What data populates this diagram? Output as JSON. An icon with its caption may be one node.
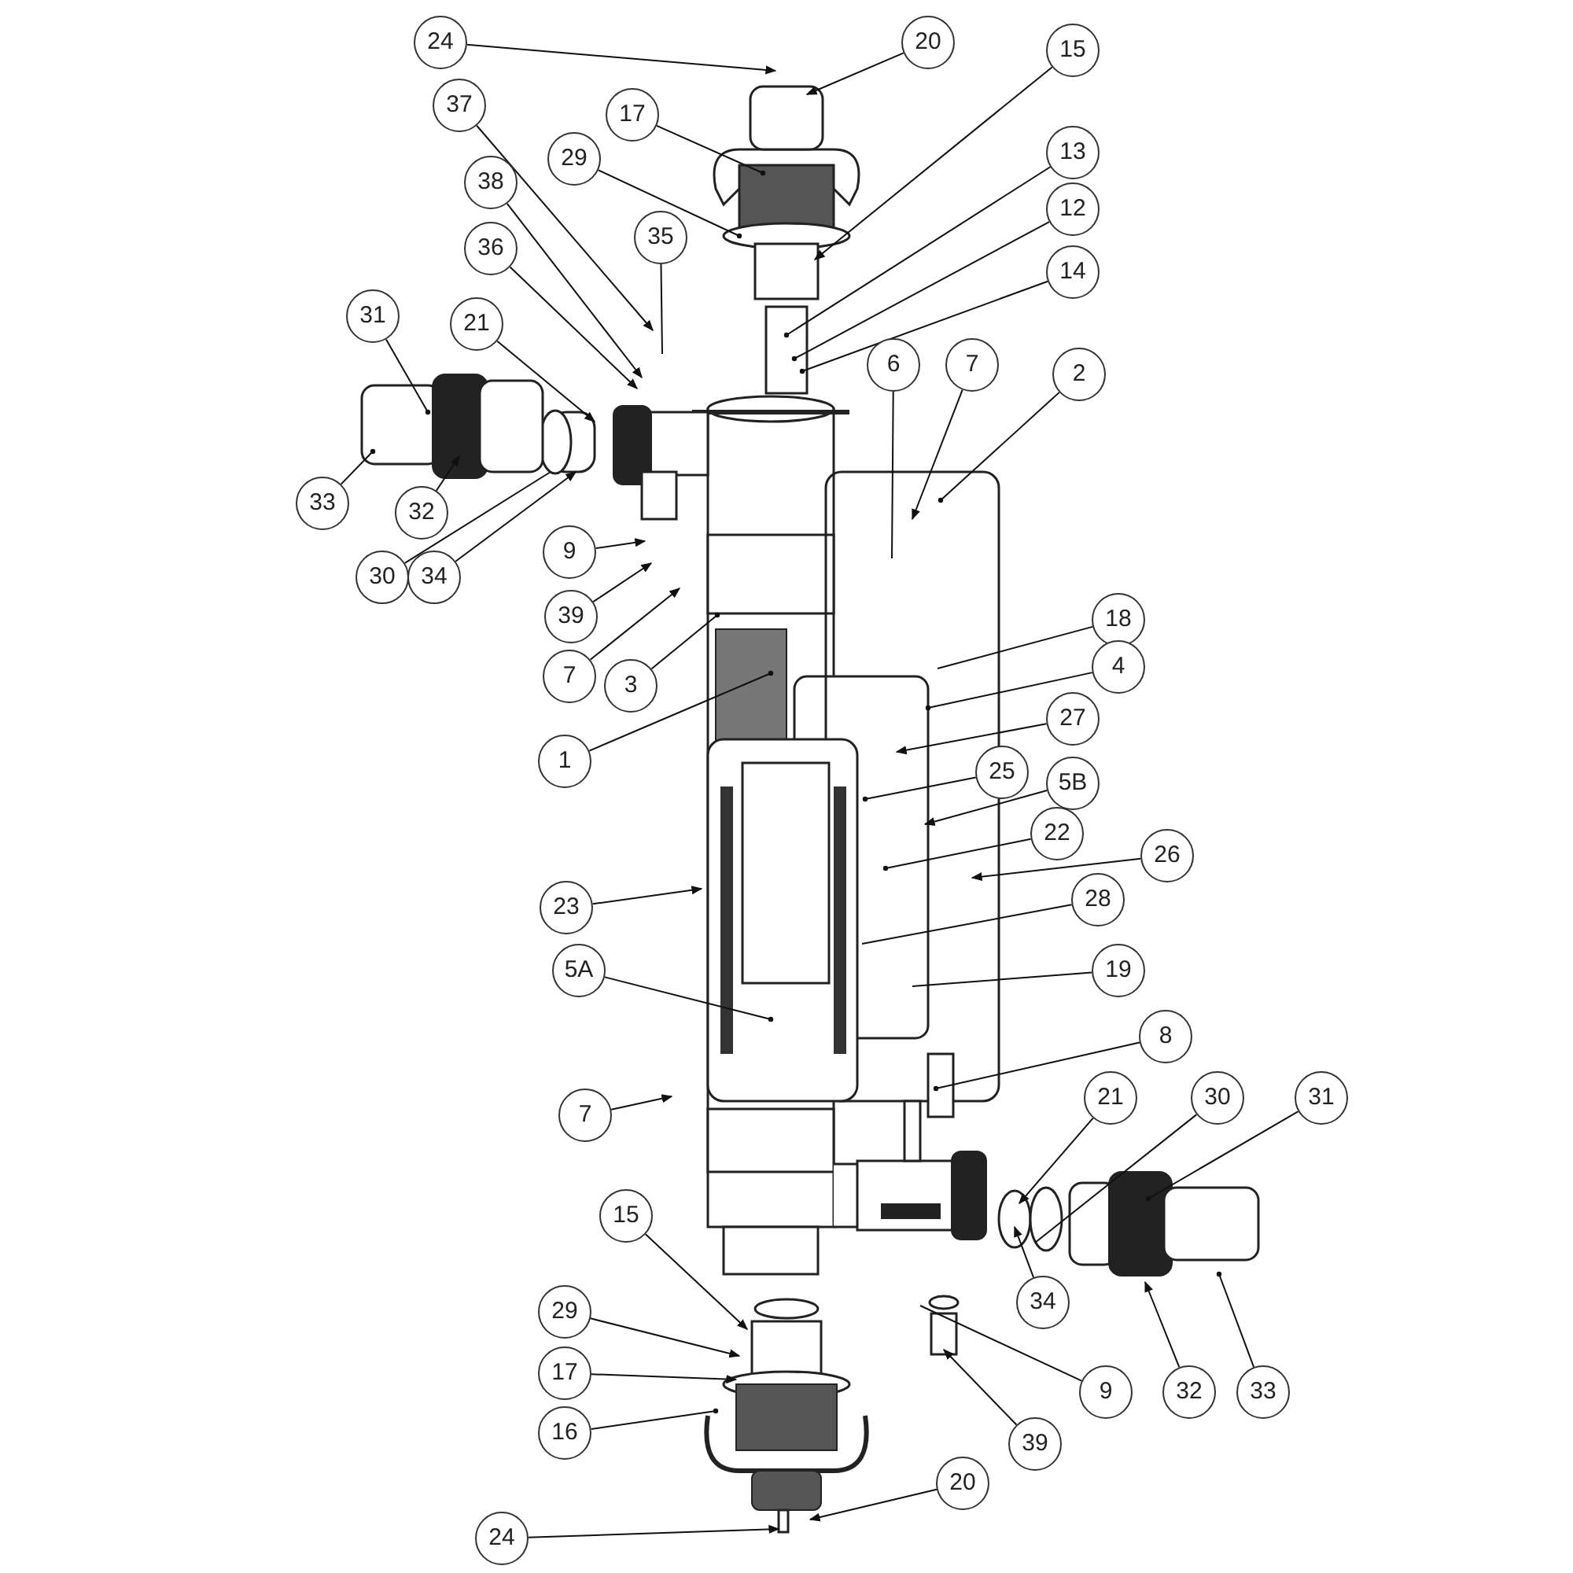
{
  "diagram": {
    "nodes": [
      {
        "text": [
          "24"
        ]
      },
      {
        "text": [
          "20"
        ]
      },
      {
        "text": [
          "15"
        ]
      },
      {
        "text": [
          "37"
        ]
      },
      {
        "text": [
          "17"
        ]
      },
      {
        "text": [
          "29"
        ]
      },
      {
        "text": [
          "13"
        ]
      },
      {
        "text": [
          "38"
        ]
      },
      {
        "text": [
          "12"
        ]
      },
      {
        "text": [
          "35"
        ]
      },
      {
        "text": [
          "36"
        ]
      },
      {
        "text": [
          "14"
        ]
      },
      {
        "text": [
          "31"
        ]
      },
      {
        "text": [
          "21"
        ]
      },
      {
        "text": [
          "6"
        ]
      },
      {
        "text": [
          "7"
        ]
      },
      {
        "text": [
          "2"
        ]
      },
      {
        "text": [
          "33"
        ]
      },
      {
        "text": [
          "32"
        ]
      },
      {
        "text": [
          "9"
        ]
      },
      {
        "text": [
          "30"
        ]
      },
      {
        "text": [
          "34"
        ]
      },
      {
        "text": [
          "39"
        ]
      },
      {
        "text": [
          "18"
        ]
      },
      {
        "text": [
          "7"
        ]
      },
      {
        "text": [
          "3"
        ]
      },
      {
        "text": [
          "4"
        ]
      },
      {
        "text": [
          "27"
        ]
      },
      {
        "text": [
          "1"
        ]
      },
      {
        "text": [
          "25"
        ]
      },
      {
        "text": [
          "5B"
        ]
      },
      {
        "text": [
          "22"
        ]
      },
      {
        "text": [
          "26"
        ]
      },
      {
        "text": [
          "23"
        ]
      },
      {
        "text": [
          "28"
        ]
      },
      {
        "text": [
          "5A"
        ]
      },
      {
        "text": [
          "19"
        ]
      },
      {
        "text": [
          "8"
        ]
      },
      {
        "text": [
          "7"
        ]
      },
      {
        "text": [
          "21"
        ]
      },
      {
        "text": [
          "30"
        ]
      },
      {
        "text": [
          "31"
        ]
      },
      {
        "text": [
          "15"
        ]
      },
      {
        "text": [
          "34"
        ]
      },
      {
        "text": [
          "29"
        ]
      },
      {
        "text": [
          "17"
        ]
      },
      {
        "text": [
          "9"
        ]
      },
      {
        "text": [
          "32"
        ]
      },
      {
        "text": [
          "33"
        ]
      },
      {
        "text": [
          "16"
        ]
      },
      {
        "text": [
          "39"
        ]
      },
      {
        "text": [
          "20"
        ]
      },
      {
        "text": [
          "24"
        ]
      }
    ],
    "edges": [
      {
        "from": 0,
        "to": null,
        "arrow": "to"
      },
      {
        "from": 1,
        "to": null,
        "arrow": "to"
      },
      {
        "from": 2,
        "to": null,
        "arrow": "to"
      },
      {
        "from": 3,
        "to": null,
        "arrow": "to"
      },
      {
        "from": 4,
        "to": null,
        "arrow": "other"
      },
      {
        "from": 5,
        "to": null,
        "arrow": "other"
      },
      {
        "from": 6,
        "to": null,
        "arrow": "other"
      },
      {
        "from": 7,
        "to": null,
        "arrow": "to"
      },
      {
        "from": 8,
        "to": null,
        "arrow": "other"
      },
      {
        "from": 9,
        "to": null,
        "arrow": "none"
      },
      {
        "from": 10,
        "to": null,
        "arrow": "to"
      },
      {
        "from": 11,
        "to": null,
        "arrow": "other"
      },
      {
        "from": 12,
        "to": null,
        "arrow": "other"
      },
      {
        "from": 13,
        "to": null,
        "arrow": "to"
      },
      {
        "from": 14,
        "to": null,
        "arrow": "none"
      },
      {
        "from": 15,
        "to": null,
        "arrow": "to"
      },
      {
        "from": 16,
        "to": null,
        "arrow": "other"
      },
      {
        "from": 17,
        "to": null,
        "arrow": "other"
      },
      {
        "from": 18,
        "to": null,
        "arrow": "to"
      },
      {
        "from": 19,
        "to": null,
        "arrow": "to"
      },
      {
        "from": 20,
        "to": null,
        "arrow": "none"
      },
      {
        "from": 21,
        "to": null,
        "arrow": "to"
      },
      {
        "from": 22,
        "to": null,
        "arrow": "to"
      },
      {
        "from": 23,
        "to": null,
        "arrow": "none"
      },
      {
        "from": 24,
        "to": null,
        "arrow": "to"
      },
      {
        "from": 25,
        "to": null,
        "arrow": "other"
      },
      {
        "from": 26,
        "to": null,
        "arrow": "other"
      },
      {
        "from": 27,
        "to": null,
        "arrow": "to"
      },
      {
        "from": 28,
        "to": null,
        "arrow": "other"
      },
      {
        "from": 29,
        "to": null,
        "arrow": "other"
      },
      {
        "from": 30,
        "to": null,
        "arrow": "to"
      },
      {
        "from": 31,
        "to": null,
        "arrow": "other"
      },
      {
        "from": 32,
        "to": null,
        "arrow": "to"
      },
      {
        "from": 33,
        "to": null,
        "arrow": "to"
      },
      {
        "from": 34,
        "to": null,
        "arrow": "none"
      },
      {
        "from": 35,
        "to": null,
        "arrow": "other"
      },
      {
        "from": 36,
        "to": null,
        "arrow": "none"
      },
      {
        "from": 37,
        "to": null,
        "arrow": "other"
      },
      {
        "from": 38,
        "to": null,
        "arrow": "to"
      },
      {
        "from": 39,
        "to": null,
        "arrow": "to"
      },
      {
        "from": 40,
        "to": null,
        "arrow": "none"
      },
      {
        "from": 41,
        "to": null,
        "arrow": "other"
      },
      {
        "from": 42,
        "to": null,
        "arrow": "to"
      },
      {
        "from": 43,
        "to": null,
        "arrow": "to"
      },
      {
        "from": 44,
        "to": null,
        "arrow": "to"
      },
      {
        "from": 45,
        "to": null,
        "arrow": "to"
      },
      {
        "from": 46,
        "to": null,
        "arrow": "none"
      },
      {
        "from": 47,
        "to": null,
        "arrow": "to"
      },
      {
        "from": 48,
        "to": null,
        "arrow": "other"
      },
      {
        "from": 49,
        "to": null,
        "arrow": "other"
      },
      {
        "from": 50,
        "to": null,
        "arrow": "to"
      },
      {
        "from": 51,
        "to": null,
        "arrow": "to"
      },
      {
        "from": 52,
        "to": null,
        "arrow": "to"
      }
    ]
  }
}
